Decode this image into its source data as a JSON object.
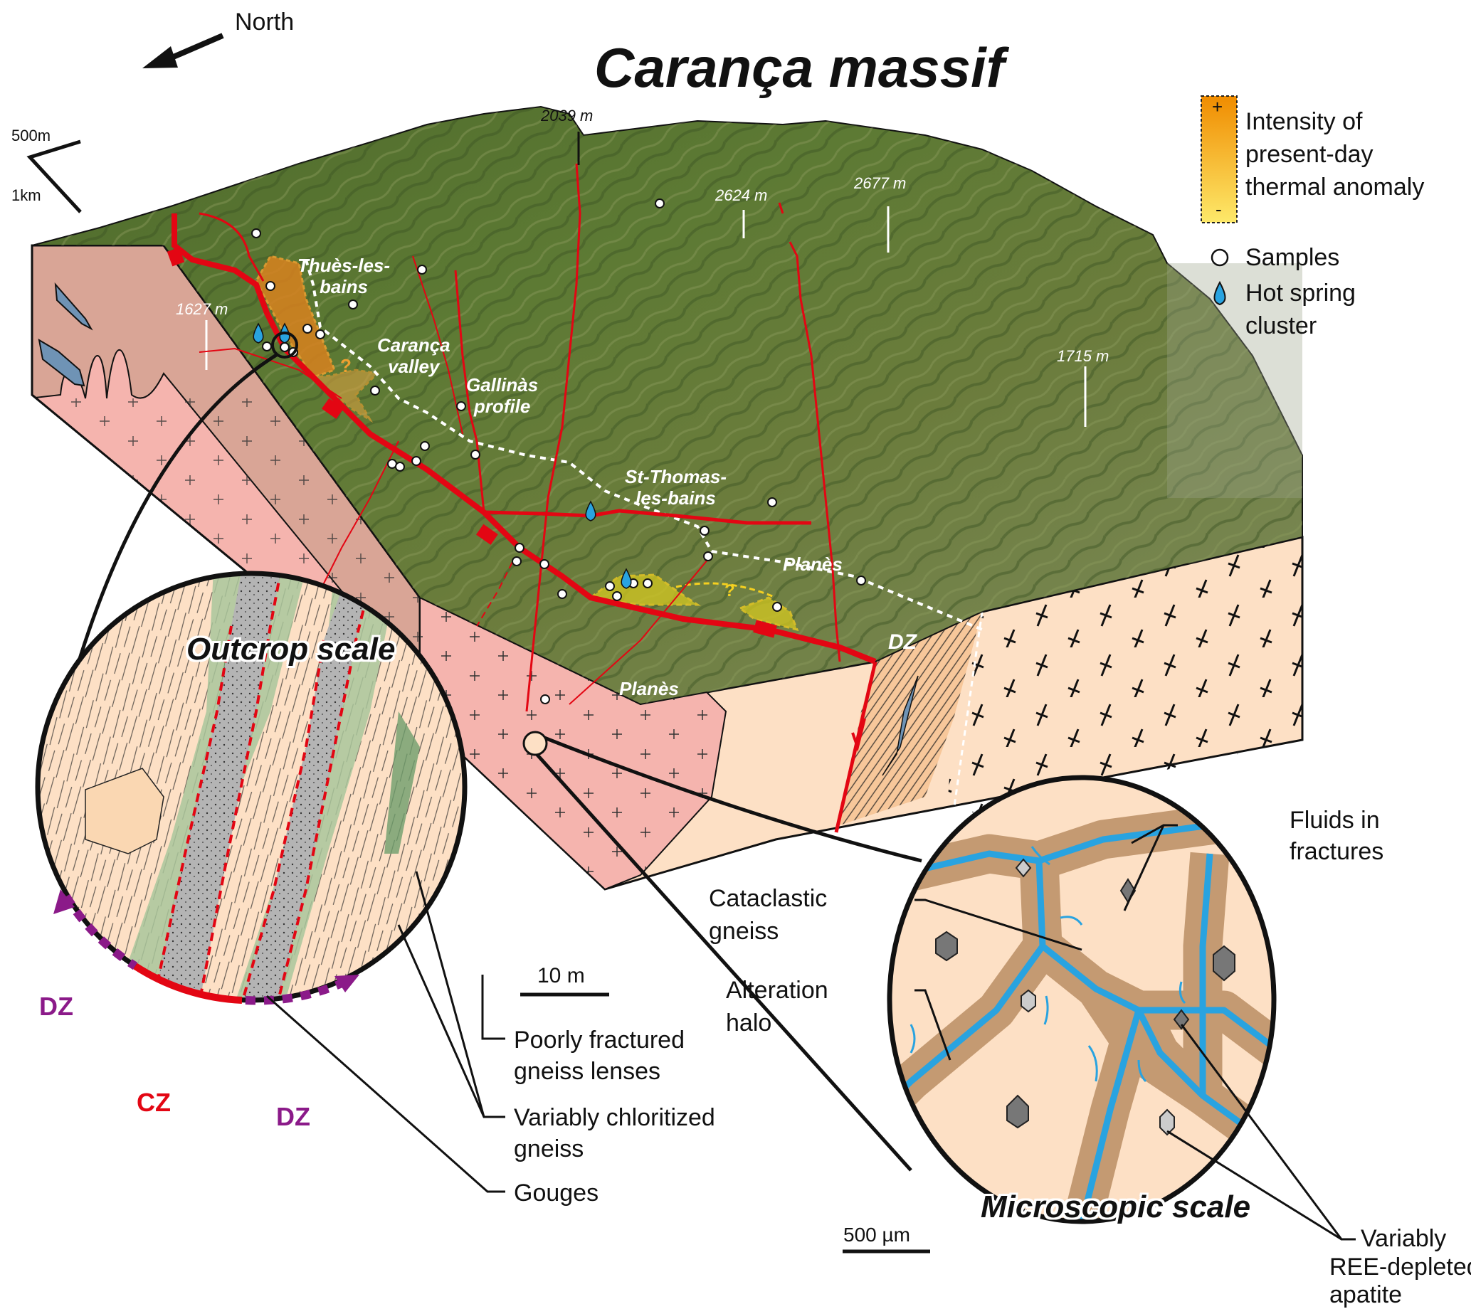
{
  "title": "Carança massif",
  "orientation": {
    "north_label": "North",
    "scale_vertical": "500m",
    "scale_horizontal": "1km"
  },
  "legend": {
    "thermal_anomaly": {
      "plus": "+",
      "minus": "-",
      "label_lines": [
        "Intensity of",
        "present-day",
        "thermal anomaly"
      ],
      "color_high": "#f08c00",
      "color_low": "#fde96a"
    },
    "samples": "Samples",
    "hot_spring_lines": [
      "Hot spring",
      "cluster"
    ],
    "hot_spring_color": "#29a3e0"
  },
  "altitudes": [
    "2039 m",
    "2624 m",
    "2677 m",
    "1627 m",
    "1715 m"
  ],
  "places": {
    "thues": [
      "Thuès-les-",
      "bains"
    ],
    "caranca_valley": [
      "Carança",
      "valley"
    ],
    "gallinas": [
      "Gallinàs",
      "profile"
    ],
    "st_thomas": [
      "St-Thomas-",
      "les-bains"
    ],
    "planes_1": "Planès",
    "planes_2": "Planès",
    "dz_block": "DZ",
    "question_1": "?",
    "question_2": "?"
  },
  "outcrop": {
    "title": "Outcrop scale",
    "scale": "10 m",
    "zones": {
      "dz_left": "DZ",
      "cz": "CZ",
      "dz_right": "DZ"
    },
    "labels": {
      "poorly_fractured": [
        "Poorly fractured",
        "gneiss lenses"
      ],
      "chloritized": [
        "Variably chloritized",
        "gneiss"
      ],
      "gouges": "Gouges"
    }
  },
  "microscopic": {
    "title": "Microscopic scale",
    "scale": "500 µm",
    "labels": {
      "fluids": [
        "Fluids in",
        "fractures"
      ],
      "cataclastic": [
        "Cataclastic",
        "gneiss"
      ],
      "alteration": [
        "Alteration",
        "halo"
      ],
      "apatite": [
        "Variably",
        "REE-depleted",
        "apatite"
      ]
    }
  },
  "colors": {
    "fault": "#e30613",
    "dz_purple": "#8b1a89",
    "gneiss": "#fde0c5",
    "granite_pink": "#f5b4ae",
    "halo_brown": "#c49a72",
    "fluid_blue": "#29a3e0",
    "gouge_gray": "#b4b4b4",
    "chlorite_green": "#6e9e6b"
  }
}
